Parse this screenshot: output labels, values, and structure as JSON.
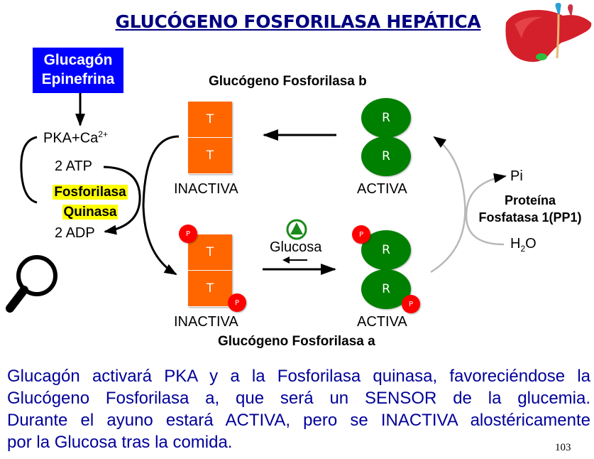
{
  "title": "GLUCÓGENO FOSFORILASA HEPÁTICA",
  "hormones": {
    "line1": "Glucagón",
    "line2": "Epinefrina"
  },
  "kinase_cascade": {
    "pka": "PKA+Ca",
    "pka_sup": "2+",
    "atp": "2 ATP",
    "enzyme_line1": "Fosforilasa",
    "enzyme_line2": "Quinasa",
    "adp": "2 ADP"
  },
  "phosphorylase_b": {
    "label": "Glucógeno Fosforilasa b",
    "inactive": {
      "subunits": [
        "T",
        "T"
      ],
      "state": "INACTIVA"
    },
    "active": {
      "subunits": [
        "R",
        "R"
      ],
      "state": "ACTIVA"
    }
  },
  "phosphorylase_a": {
    "label": "Glucógeno Fosforilasa a",
    "inactive": {
      "subunits": [
        "T",
        "T"
      ],
      "state": "INACTIVA",
      "phosphate": "P"
    },
    "active": {
      "subunits": [
        "R",
        "R"
      ],
      "state": "ACTIVA",
      "phosphate": "P"
    }
  },
  "effector": {
    "label": "Glucosa"
  },
  "phosphatase": {
    "product": "Pi",
    "line1": "Proteína",
    "line2": "Fosfatasa 1(PP1)",
    "substrate_main": "H",
    "substrate_sub": "2",
    "substrate_tail": "O"
  },
  "caption": {
    "lines": [
      "Glucagón activará PKA y a la Fosforilasa quinasa, favoreciéndose la",
      "Glucógeno Fosforilasa a, que será un SENSOR de la glucemia.",
      "Durante el ayuno estará ACTIVA, pero se INACTIVA alostéricamente",
      "por la Glucosa tras la comida."
    ]
  },
  "page_number": "103",
  "colors": {
    "title": "#000080",
    "hormone_box": "#0000ff",
    "t_state": "#ff6600",
    "r_state": "#008000",
    "phosphate": "#ff0000",
    "highlight": "#ffff00",
    "caption": "#000099"
  }
}
